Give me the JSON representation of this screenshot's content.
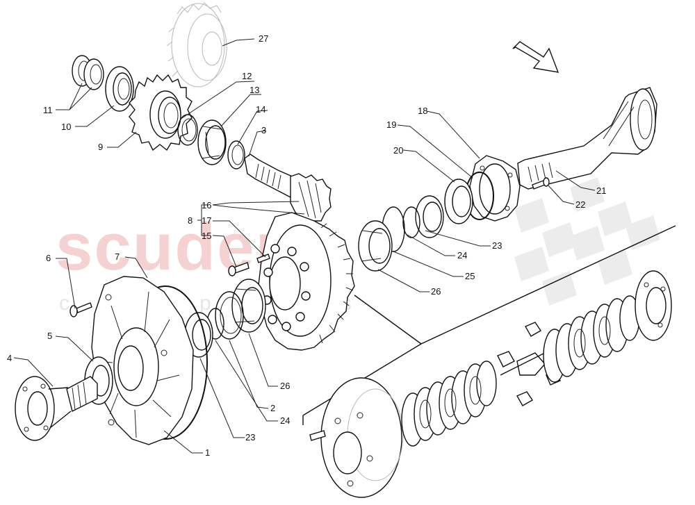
{
  "watermark": {
    "brand": "scuderia",
    "sub": "car parts"
  },
  "callouts": {
    "c1": "1",
    "c2": "2",
    "c3": "3",
    "c4": "4",
    "c5": "5",
    "c6": "6",
    "c7": "7",
    "c8": "8",
    "c9": "9",
    "c10": "10",
    "c11": "11",
    "c12": "12",
    "c13": "13",
    "c14": "14",
    "c15": "15",
    "c16": "16",
    "c17": "17",
    "c18": "18",
    "c19": "19",
    "c20": "20",
    "c21": "21",
    "c22": "22",
    "c23a": "23",
    "c23b": "23",
    "c24a": "24",
    "c24b": "24",
    "c25": "25",
    "c26a": "26",
    "c26b": "26",
    "c27": "27"
  },
  "icons": {
    "direction_arrow": "arrow-down-right-icon"
  }
}
